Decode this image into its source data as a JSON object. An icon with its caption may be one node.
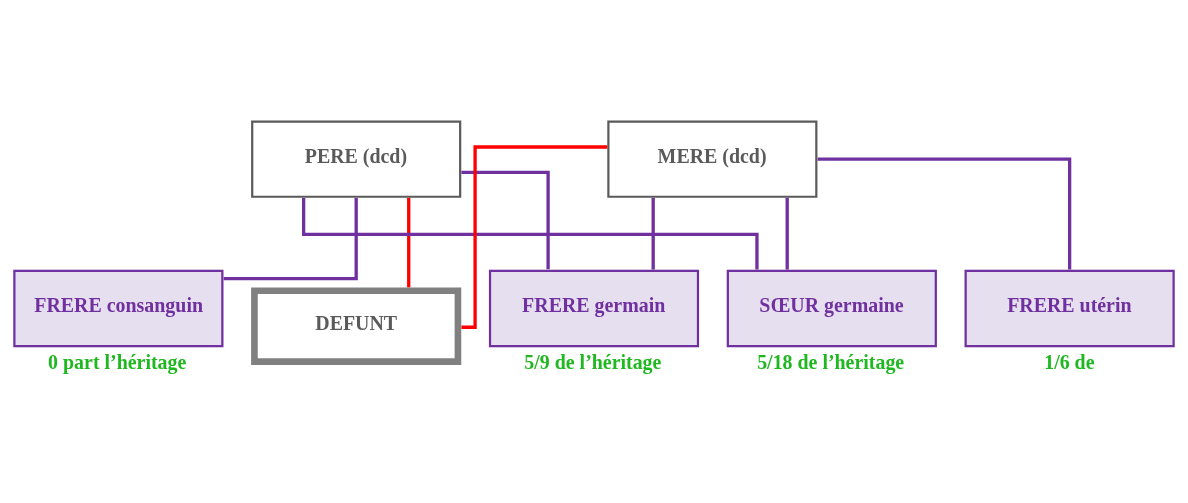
{
  "diagram": {
    "nodes": [
      {
        "text": [
          "PERE (dcd)"
        ]
      },
      {
        "text": [
          "MERE (dcd)"
        ]
      },
      {
        "text": [
          "FRERE consanguin"
        ],
        "beside": [
          "0 part l’héritage"
        ]
      },
      {
        "text": [
          "DEFUNT"
        ]
      },
      {
        "text": [
          "FRERE germain"
        ],
        "beside": [
          "5/9 de l’héritage"
        ]
      },
      {
        "text": [
          "SŒUR germaine"
        ],
        "beside": [
          "5/18 de l’héritage"
        ]
      },
      {
        "text": [
          "FRERE utérin"
        ],
        "beside": [
          "1/6 de"
        ]
      }
    ],
    "edges": [
      {
        "from": 0,
        "to": 2,
        "arrow": "none"
      },
      {
        "from": 0,
        "to": 3,
        "arrow": "none",
        "color": "#ff0000"
      },
      {
        "from": 1,
        "to": 3,
        "arrow": "none",
        "color": "#ff0000"
      },
      {
        "from": 0,
        "to": 4,
        "arrow": "none"
      },
      {
        "from": 1,
        "to": 4,
        "arrow": "none"
      },
      {
        "from": 0,
        "to": 5,
        "arrow": "none"
      },
      {
        "from": 1,
        "to": 5,
        "arrow": "none"
      },
      {
        "from": 1,
        "to": 6,
        "arrow": "none"
      }
    ]
  }
}
